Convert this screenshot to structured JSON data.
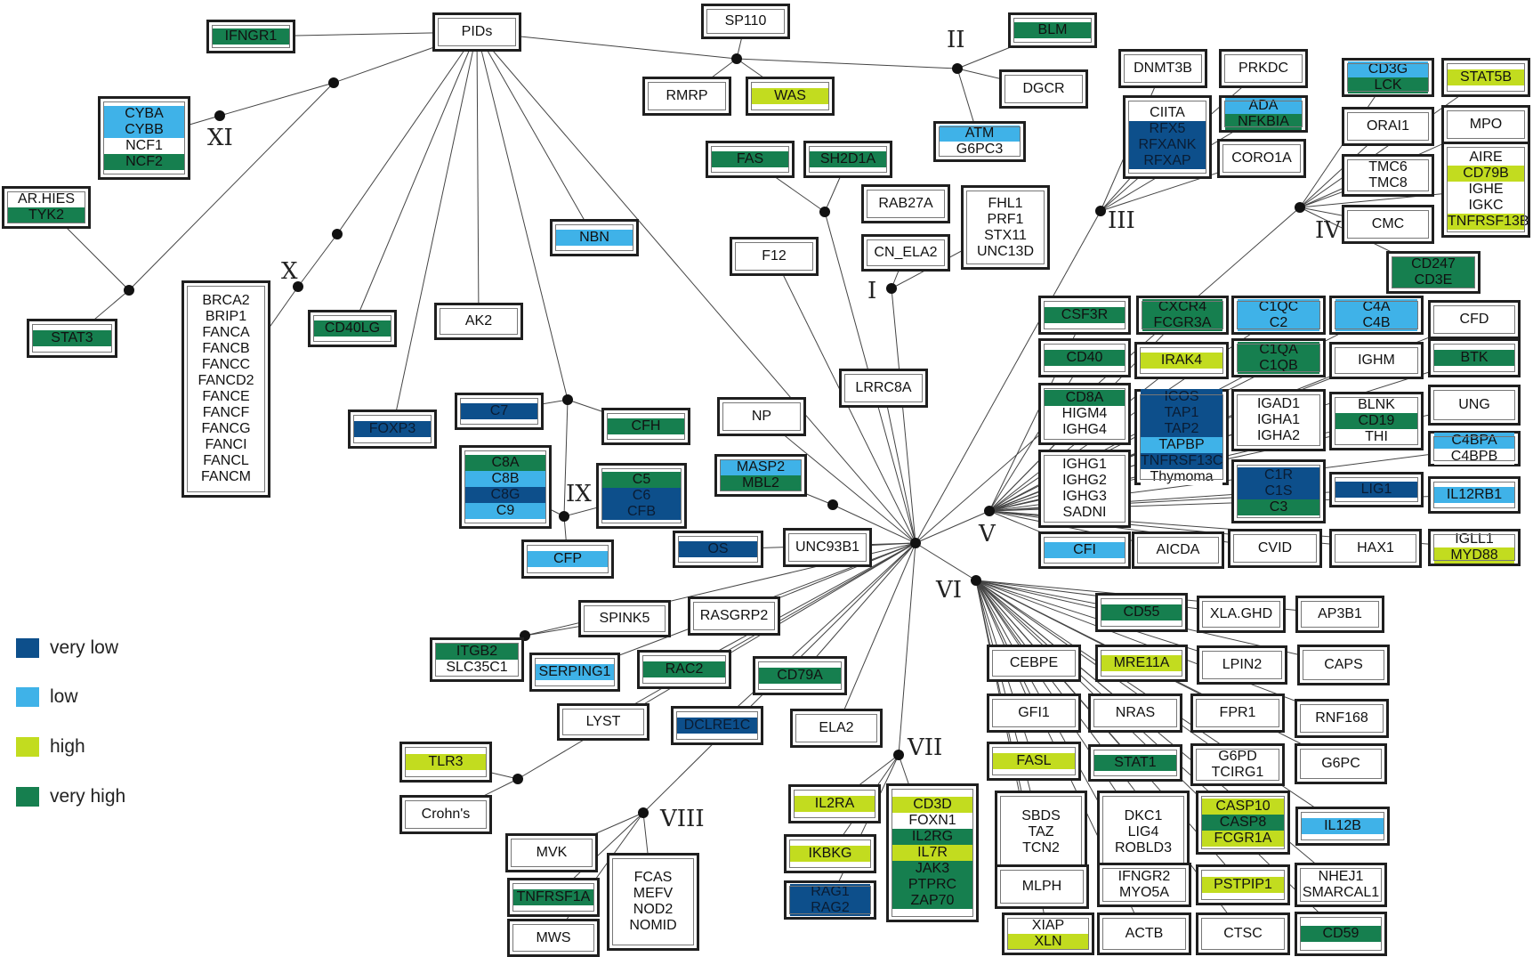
{
  "colors": {
    "very_low": "#0d4f8b",
    "low": "#3fb2e8",
    "high": "#c2dc1f",
    "very_high": "#167f4f",
    "none": "#ffffff"
  },
  "legend": [
    {
      "label": "very low",
      "level": "very_low"
    },
    {
      "label": "low",
      "level": "low"
    },
    {
      "label": "high",
      "level": "high"
    },
    {
      "label": "very high",
      "level": "very_high"
    }
  ],
  "groups": [
    "I",
    "II",
    "III",
    "IV",
    "V",
    "VI",
    "VII",
    "VIII",
    "IX",
    "X",
    "XI"
  ],
  "nodes": [
    {
      "id": "ifngr1",
      "genes": [
        [
          "IFNGR1",
          "very_high"
        ]
      ]
    },
    {
      "id": "pids",
      "genes": [
        [
          "PIDs",
          "none"
        ]
      ]
    },
    {
      "id": "sp110",
      "genes": [
        [
          "SP110",
          "none"
        ]
      ]
    },
    {
      "id": "blm",
      "genes": [
        [
          "BLM",
          "very_high"
        ]
      ]
    },
    {
      "id": "dgcr",
      "genes": [
        [
          "DGCR",
          "none"
        ]
      ]
    },
    {
      "id": "rmrp",
      "genes": [
        [
          "RMRP",
          "none"
        ]
      ]
    },
    {
      "id": "was",
      "genes": [
        [
          "WAS",
          "high"
        ]
      ]
    },
    {
      "id": "atm",
      "genes": [
        [
          "ATM",
          "low"
        ],
        [
          "G6PC3",
          "none"
        ]
      ]
    },
    {
      "id": "cyba",
      "genes": [
        [
          "CYBA",
          "low"
        ],
        [
          "CYBB",
          "low"
        ],
        [
          "NCF1",
          "none"
        ],
        [
          "NCF2",
          "very_high"
        ]
      ]
    },
    {
      "id": "arhies",
      "genes": [
        [
          "AR.HIES",
          "none"
        ],
        [
          "TYK2",
          "very_high"
        ]
      ]
    },
    {
      "id": "stat3",
      "genes": [
        [
          "STAT3",
          "very_high"
        ]
      ]
    },
    {
      "id": "fanc",
      "genes": [
        [
          "BRCA2",
          "none"
        ],
        [
          "BRIP1",
          "none"
        ],
        [
          "FANCA",
          "none"
        ],
        [
          "FANCB",
          "none"
        ],
        [
          "FANCC",
          "none"
        ],
        [
          "FANCD2",
          "none"
        ],
        [
          "FANCE",
          "none"
        ],
        [
          "FANCF",
          "none"
        ],
        [
          "FANCG",
          "none"
        ],
        [
          "FANCI",
          "none"
        ],
        [
          "FANCL",
          "none"
        ],
        [
          "FANCM",
          "none"
        ]
      ]
    },
    {
      "id": "cd40lg",
      "genes": [
        [
          "CD40LG",
          "very_high"
        ]
      ]
    },
    {
      "id": "ak2",
      "genes": [
        [
          "AK2",
          "none"
        ]
      ]
    },
    {
      "id": "nbn",
      "genes": [
        [
          "NBN",
          "low"
        ]
      ]
    },
    {
      "id": "fas",
      "genes": [
        [
          "FAS",
          "very_high"
        ]
      ]
    },
    {
      "id": "sh2d1a",
      "genes": [
        [
          "SH2D1A",
          "very_high"
        ]
      ]
    },
    {
      "id": "rab27a",
      "genes": [
        [
          "RAB27A",
          "none"
        ]
      ]
    },
    {
      "id": "fhl1",
      "genes": [
        [
          "FHL1",
          "none"
        ],
        [
          "PRF1",
          "none"
        ],
        [
          "STX11",
          "none"
        ],
        [
          "UNC13D",
          "none"
        ]
      ]
    },
    {
      "id": "cnela2",
      "genes": [
        [
          "CN_ELA2",
          "none"
        ]
      ]
    },
    {
      "id": "f12",
      "genes": [
        [
          "F12",
          "none"
        ]
      ]
    },
    {
      "id": "lrrc8a",
      "genes": [
        [
          "LRRC8A",
          "none"
        ]
      ]
    },
    {
      "id": "foxp3",
      "genes": [
        [
          "FOXP3",
          "very_low"
        ]
      ]
    },
    {
      "id": "c7",
      "genes": [
        [
          "C7",
          "very_low"
        ]
      ]
    },
    {
      "id": "cfh",
      "genes": [
        [
          "CFH",
          "very_high"
        ]
      ]
    },
    {
      "id": "np",
      "genes": [
        [
          "NP",
          "none"
        ]
      ]
    },
    {
      "id": "c8a",
      "genes": [
        [
          "C8A",
          "very_high"
        ],
        [
          "C8B",
          "low"
        ],
        [
          "C8G",
          "very_low"
        ],
        [
          "C9",
          "low"
        ]
      ]
    },
    {
      "id": "c5",
      "genes": [
        [
          "C5",
          "very_high"
        ],
        [
          "C6",
          "very_low"
        ],
        [
          "CFB",
          "very_low"
        ]
      ]
    },
    {
      "id": "masp2",
      "genes": [
        [
          "MASP2",
          "low"
        ],
        [
          "MBL2",
          "very_high"
        ]
      ]
    },
    {
      "id": "cfp",
      "genes": [
        [
          "CFP",
          "low"
        ]
      ]
    },
    {
      "id": "os",
      "genes": [
        [
          "OS",
          "very_low"
        ]
      ]
    },
    {
      "id": "unc93b1",
      "genes": [
        [
          "UNC93B1",
          "none"
        ]
      ]
    },
    {
      "id": "dnmt3b",
      "genes": [
        [
          "DNMT3B",
          "none"
        ]
      ]
    },
    {
      "id": "prkdc",
      "genes": [
        [
          "PRKDC",
          "none"
        ]
      ]
    },
    {
      "id": "ciita",
      "genes": [
        [
          "CIITA",
          "none"
        ],
        [
          "RFX5",
          "very_low"
        ],
        [
          "RFXANK",
          "very_low"
        ],
        [
          "RFXAP",
          "very_low"
        ]
      ]
    },
    {
      "id": "ada",
      "genes": [
        [
          "ADA",
          "low"
        ],
        [
          "NFKBIA",
          "very_high"
        ]
      ]
    },
    {
      "id": "coro1a",
      "genes": [
        [
          "CORO1A",
          "none"
        ]
      ]
    },
    {
      "id": "cd3g",
      "genes": [
        [
          "CD3G",
          "low"
        ],
        [
          "LCK",
          "very_high"
        ]
      ]
    },
    {
      "id": "stat5b",
      "genes": [
        [
          "STAT5B",
          "high"
        ]
      ]
    },
    {
      "id": "orai1",
      "genes": [
        [
          "ORAI1",
          "none"
        ]
      ]
    },
    {
      "id": "mpo",
      "genes": [
        [
          "MPO",
          "none"
        ]
      ]
    },
    {
      "id": "tmc6",
      "genes": [
        [
          "TMC6",
          "none"
        ],
        [
          "TMC8",
          "none"
        ]
      ]
    },
    {
      "id": "aire",
      "genes": [
        [
          "AIRE",
          "none"
        ],
        [
          "CD79B",
          "high"
        ],
        [
          "IGHE",
          "none"
        ],
        [
          "IGKC",
          "none"
        ],
        [
          "TNFRSF13B",
          "high"
        ]
      ]
    },
    {
      "id": "cmc",
      "genes": [
        [
          "CMC",
          "none"
        ]
      ]
    },
    {
      "id": "cd247",
      "genes": [
        [
          "CD247",
          "very_high"
        ],
        [
          "CD3E",
          "very_high"
        ]
      ]
    },
    {
      "id": "csf3r",
      "genes": [
        [
          "CSF3R",
          "very_high"
        ]
      ]
    },
    {
      "id": "cxcr4",
      "genes": [
        [
          "CXCR4",
          "very_high"
        ],
        [
          "FCGR3A",
          "very_high"
        ]
      ]
    },
    {
      "id": "c1qc",
      "genes": [
        [
          "C1QC",
          "low"
        ],
        [
          "C2",
          "low"
        ]
      ]
    },
    {
      "id": "c4a",
      "genes": [
        [
          "C4A",
          "low"
        ],
        [
          "C4B",
          "low"
        ]
      ]
    },
    {
      "id": "cfd",
      "genes": [
        [
          "CFD",
          "none"
        ]
      ]
    },
    {
      "id": "cd40",
      "genes": [
        [
          "CD40",
          "very_high"
        ]
      ]
    },
    {
      "id": "irak4",
      "genes": [
        [
          "IRAK4",
          "high"
        ]
      ]
    },
    {
      "id": "c1qa",
      "genes": [
        [
          "C1QA",
          "very_high"
        ],
        [
          "C1QB",
          "very_high"
        ]
      ]
    },
    {
      "id": "ighm",
      "genes": [
        [
          "IGHM",
          "none"
        ]
      ]
    },
    {
      "id": "btk",
      "genes": [
        [
          "BTK",
          "very_high"
        ]
      ]
    },
    {
      "id": "cd8a",
      "genes": [
        [
          "CD8A",
          "very_high"
        ],
        [
          "HIGM4",
          "none"
        ],
        [
          "IGHG4",
          "none"
        ]
      ]
    },
    {
      "id": "icos",
      "genes": [
        [
          "ICOS",
          "very_low"
        ],
        [
          "TAP1",
          "very_low"
        ],
        [
          "TAP2",
          "very_low"
        ],
        [
          "TAPBP",
          "low"
        ],
        [
          "TNFRSF13C",
          "very_low"
        ],
        [
          "Thymoma",
          "none"
        ]
      ]
    },
    {
      "id": "igad1",
      "genes": [
        [
          "IGAD1",
          "none"
        ],
        [
          "IGHA1",
          "none"
        ],
        [
          "IGHA2",
          "none"
        ]
      ]
    },
    {
      "id": "blnk",
      "genes": [
        [
          "BLNK",
          "none"
        ],
        [
          "CD19",
          "very_high"
        ],
        [
          "THI",
          "none"
        ]
      ]
    },
    {
      "id": "ung",
      "genes": [
        [
          "UNG",
          "none"
        ]
      ]
    },
    {
      "id": "c4bpa",
      "genes": [
        [
          "C4BPA",
          "low"
        ],
        [
          "C4BPB",
          "none"
        ]
      ]
    },
    {
      "id": "ighg1",
      "genes": [
        [
          "IGHG1",
          "none"
        ],
        [
          "IGHG2",
          "none"
        ],
        [
          "IGHG3",
          "none"
        ],
        [
          "SADNI",
          "none"
        ]
      ]
    },
    {
      "id": "c1r",
      "genes": [
        [
          "C1R",
          "very_low"
        ],
        [
          "C1S",
          "very_low"
        ],
        [
          "C3",
          "very_high"
        ]
      ]
    },
    {
      "id": "lig1",
      "genes": [
        [
          "LIG1",
          "very_low"
        ]
      ]
    },
    {
      "id": "il12rb1",
      "genes": [
        [
          "IL12RB1",
          "low"
        ]
      ]
    },
    {
      "id": "cfi",
      "genes": [
        [
          "CFI",
          "low"
        ]
      ]
    },
    {
      "id": "aicda",
      "genes": [
        [
          "AICDA",
          "none"
        ]
      ]
    },
    {
      "id": "cvid",
      "genes": [
        [
          "CVID",
          "none"
        ]
      ]
    },
    {
      "id": "hax1",
      "genes": [
        [
          "HAX1",
          "none"
        ]
      ]
    },
    {
      "id": "igll1",
      "genes": [
        [
          "IGLL1",
          "none"
        ],
        [
          "MYD88",
          "high"
        ]
      ]
    },
    {
      "id": "cd55",
      "genes": [
        [
          "CD55",
          "very_high"
        ]
      ]
    },
    {
      "id": "xlaghd",
      "genes": [
        [
          "XLA.GHD",
          "none"
        ]
      ]
    },
    {
      "id": "ap3b1",
      "genes": [
        [
          "AP3B1",
          "none"
        ]
      ]
    },
    {
      "id": "cebpe",
      "genes": [
        [
          "CEBPE",
          "none"
        ]
      ]
    },
    {
      "id": "mre11a",
      "genes": [
        [
          "MRE11A",
          "high"
        ]
      ]
    },
    {
      "id": "lpin2",
      "genes": [
        [
          "LPIN2",
          "none"
        ]
      ]
    },
    {
      "id": "caps",
      "genes": [
        [
          "CAPS",
          "none"
        ]
      ]
    },
    {
      "id": "gfi1",
      "genes": [
        [
          "GFI1",
          "none"
        ]
      ]
    },
    {
      "id": "nras",
      "genes": [
        [
          "NRAS",
          "none"
        ]
      ]
    },
    {
      "id": "fpr1",
      "genes": [
        [
          "FPR1",
          "none"
        ]
      ]
    },
    {
      "id": "rnf168",
      "genes": [
        [
          "RNF168",
          "none"
        ]
      ]
    },
    {
      "id": "fasl",
      "genes": [
        [
          "FASL",
          "high"
        ]
      ]
    },
    {
      "id": "stat1",
      "genes": [
        [
          "STAT1",
          "very_high"
        ]
      ]
    },
    {
      "id": "g6pd",
      "genes": [
        [
          "G6PD",
          "none"
        ],
        [
          "TCIRG1",
          "none"
        ]
      ]
    },
    {
      "id": "g6pc",
      "genes": [
        [
          "G6PC",
          "none"
        ]
      ]
    },
    {
      "id": "sbds",
      "genes": [
        [
          "SBDS",
          "none"
        ],
        [
          "TAZ",
          "none"
        ],
        [
          "TCN2",
          "none"
        ]
      ]
    },
    {
      "id": "dkc1",
      "genes": [
        [
          "DKC1",
          "none"
        ],
        [
          "LIG4",
          "none"
        ],
        [
          "ROBLD3",
          "none"
        ]
      ]
    },
    {
      "id": "casp10",
      "genes": [
        [
          "CASP10",
          "high"
        ],
        [
          "CASP8",
          "very_high"
        ],
        [
          "FCGR1A",
          "high"
        ]
      ]
    },
    {
      "id": "il12b",
      "genes": [
        [
          "IL12B",
          "low"
        ]
      ]
    },
    {
      "id": "mlph",
      "genes": [
        [
          "MLPH",
          "none"
        ]
      ]
    },
    {
      "id": "ifngr2",
      "genes": [
        [
          "IFNGR2",
          "none"
        ],
        [
          "MYO5A",
          "none"
        ]
      ]
    },
    {
      "id": "pstpip1",
      "genes": [
        [
          "PSTPIP1",
          "high"
        ]
      ]
    },
    {
      "id": "nhej1",
      "genes": [
        [
          "NHEJ1",
          "none"
        ],
        [
          "SMARCAL1",
          "none"
        ]
      ]
    },
    {
      "id": "xiap",
      "genes": [
        [
          "XIAP",
          "none"
        ],
        [
          "XLN",
          "high"
        ]
      ]
    },
    {
      "id": "actb",
      "genes": [
        [
          "ACTB",
          "none"
        ]
      ]
    },
    {
      "id": "ctsc",
      "genes": [
        [
          "CTSC",
          "none"
        ]
      ]
    },
    {
      "id": "cd59",
      "genes": [
        [
          "CD59",
          "very_high"
        ]
      ]
    },
    {
      "id": "spink5",
      "genes": [
        [
          "SPINK5",
          "none"
        ]
      ]
    },
    {
      "id": "rasgrp2",
      "genes": [
        [
          "RASGRP2",
          "none"
        ]
      ]
    },
    {
      "id": "itgb2",
      "genes": [
        [
          "ITGB2",
          "very_high"
        ],
        [
          "SLC35C1",
          "none"
        ]
      ]
    },
    {
      "id": "serping1",
      "genes": [
        [
          "SERPING1",
          "low"
        ]
      ]
    },
    {
      "id": "rac2",
      "genes": [
        [
          "RAC2",
          "very_high"
        ]
      ]
    },
    {
      "id": "cd79a",
      "genes": [
        [
          "CD79A",
          "very_high"
        ]
      ]
    },
    {
      "id": "lyst",
      "genes": [
        [
          "LYST",
          "none"
        ]
      ]
    },
    {
      "id": "dclre1c",
      "genes": [
        [
          "DCLRE1C",
          "very_low"
        ]
      ]
    },
    {
      "id": "ela2",
      "genes": [
        [
          "ELA2",
          "none"
        ]
      ]
    },
    {
      "id": "tlr3",
      "genes": [
        [
          "TLR3",
          "high"
        ]
      ]
    },
    {
      "id": "crohns",
      "genes": [
        [
          "Crohn's",
          "none"
        ]
      ]
    },
    {
      "id": "il2ra",
      "genes": [
        [
          "IL2RA",
          "high"
        ]
      ]
    },
    {
      "id": "cd3d",
      "genes": [
        [
          "CD3D",
          "high"
        ],
        [
          "FOXN1",
          "none"
        ],
        [
          "IL2RG",
          "very_high"
        ],
        [
          "IL7R",
          "high"
        ],
        [
          "JAK3",
          "very_high"
        ],
        [
          "PTPRC",
          "very_high"
        ],
        [
          "ZAP70",
          "very_high"
        ]
      ]
    },
    {
      "id": "ikbkg",
      "genes": [
        [
          "IKBKG",
          "high"
        ]
      ]
    },
    {
      "id": "rag1",
      "genes": [
        [
          "RAG1",
          "very_low"
        ],
        [
          "RAG2",
          "very_low"
        ]
      ]
    },
    {
      "id": "mvk",
      "genes": [
        [
          "MVK",
          "none"
        ]
      ]
    },
    {
      "id": "fcas",
      "genes": [
        [
          "FCAS",
          "none"
        ],
        [
          "MEFV",
          "none"
        ],
        [
          "NOD2",
          "none"
        ],
        [
          "NOMID",
          "none"
        ]
      ]
    },
    {
      "id": "tnfrsf1a",
      "genes": [
        [
          "TNFRSF1A",
          "very_high"
        ]
      ]
    },
    {
      "id": "mws",
      "genes": [
        [
          "MWS",
          "none"
        ]
      ]
    }
  ]
}
